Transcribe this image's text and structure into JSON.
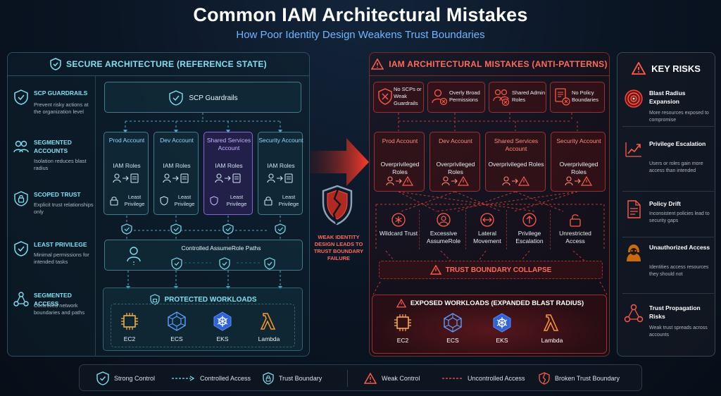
{
  "header": {
    "title": "Common IAM Architectural Mistakes",
    "subtitle": "How Poor Identity Design Weakens Trust Boundaries"
  },
  "secure": {
    "title": "SECURE ARCHITECTURE (REFERENCE STATE)",
    "sidebar": [
      {
        "icon": "shield-check-icon",
        "title": "SCP GUARDRAILS",
        "desc": "Prevent risky actions at the organization level"
      },
      {
        "icon": "users-icon",
        "title": "SEGMENTED ACCOUNTS",
        "desc": "Isolation reduces blast radius"
      },
      {
        "icon": "lock-icon",
        "title": "SCOPED TRUST",
        "desc": "Explicit trust relationships only"
      },
      {
        "icon": "shield-check-icon",
        "title": "LEAST PRIVILEGE",
        "desc": "Minimal permissions for intended tasks"
      },
      {
        "icon": "network-icon",
        "title": "SEGMENTED ACCESS",
        "desc": "Controlled network boundaries and paths"
      }
    ],
    "scp": "SCP Guardrails",
    "accounts": [
      {
        "name": "Prod Account",
        "roles": "IAM Roles",
        "priv": "Least Privilege"
      },
      {
        "name": "Dev Account",
        "roles": "IAM Roles",
        "priv": "Least Privilege"
      },
      {
        "name": "Shared Services Account",
        "roles": "IAM Roles",
        "priv": "Least Privilege"
      },
      {
        "name": "Security Account",
        "roles": "IAM Roles",
        "priv": "Least Privilege"
      }
    ],
    "assume": "Controlled AssumeRole Paths",
    "workloads_title": "PROTECTED WORKLOADS",
    "workloads": [
      "EC2",
      "ECS",
      "EKS",
      "Lambda"
    ]
  },
  "middle": {
    "weak": "WEAK IDENTITY DESIGN LEADS TO TRUST BOUNDARY FAILURE"
  },
  "mistakes": {
    "title": "IAM ARCHITECTURAL MISTAKES (ANTI-PATTERNS)",
    "top": [
      {
        "icon": "no-shield-icon",
        "label": "No SCPs or Weak Guardrails"
      },
      {
        "icon": "user-warning-icon",
        "label": "Overly Broad Permissions"
      },
      {
        "icon": "shared-admin-icon",
        "label": "Shared Admin Roles"
      },
      {
        "icon": "doc-warning-icon",
        "label": "No Policy Boundaries"
      }
    ],
    "accounts": [
      {
        "name": "Prod Account",
        "roles": "Overprivileged Roles"
      },
      {
        "name": "Dev Account",
        "roles": "Overprivileged Roles"
      },
      {
        "name": "Shared Services Account",
        "roles": "Overprivileged Roles"
      },
      {
        "name": "Security Account",
        "roles": "Overprivileged Roles"
      }
    ],
    "issues": [
      {
        "icon": "wildcard-icon",
        "label": "Wildcard Trust"
      },
      {
        "icon": "user-circle-icon",
        "label": "Excessive AssumeRole"
      },
      {
        "icon": "lateral-arrows-icon",
        "label": "Lateral Movement"
      },
      {
        "icon": "up-arrow-icon",
        "label": "Privilege Escalation"
      },
      {
        "icon": "unlock-icon",
        "label": "Unrestricted Access"
      }
    ],
    "collapse": "TRUST BOUNDARY COLLAPSE",
    "exposed_title": "EXPOSED WORKLOADS (EXPANDED BLAST RADIUS)",
    "workloads": [
      "EC2",
      "ECS",
      "EKS",
      "Lambda"
    ]
  },
  "risks": {
    "title": "KEY RISKS",
    "items": [
      {
        "icon": "target-icon",
        "title": "Blast Radius Expansion",
        "desc": "More resources exposed to compromise"
      },
      {
        "icon": "trend-up-icon",
        "title": "Privilege Escalation",
        "desc": "Users or roles gain more access than intended"
      },
      {
        "icon": "document-icon",
        "title": "Policy Drift",
        "desc": "Inconsistent policies lead to security gaps"
      },
      {
        "icon": "hacker-icon",
        "title": "Unauthorized Access",
        "desc": "Identities access resources they should not"
      },
      {
        "icon": "nodes-icon",
        "title": "Trust Propagation Risks",
        "desc": "Weak trust spreads across accounts"
      }
    ]
  },
  "legend": [
    {
      "icon": "shield-check-icon",
      "label": "Strong Control"
    },
    {
      "icon": "dashed-arrow-icon",
      "label": "Controlled Access"
    },
    {
      "icon": "lock-shield-icon",
      "label": "Trust Boundary"
    },
    {
      "icon": "warning-icon",
      "label": "Weak Control"
    },
    {
      "icon": "red-dashed-icon",
      "label": "Uncontrolled Access"
    },
    {
      "icon": "broken-shield-icon",
      "label": "Broken Trust Boundary"
    }
  ],
  "colors": {
    "secure_accent": "#7ee0f0",
    "danger": "#ff4b3a",
    "purple": "#8a62d8",
    "title_blue": "#6fb6ff"
  }
}
